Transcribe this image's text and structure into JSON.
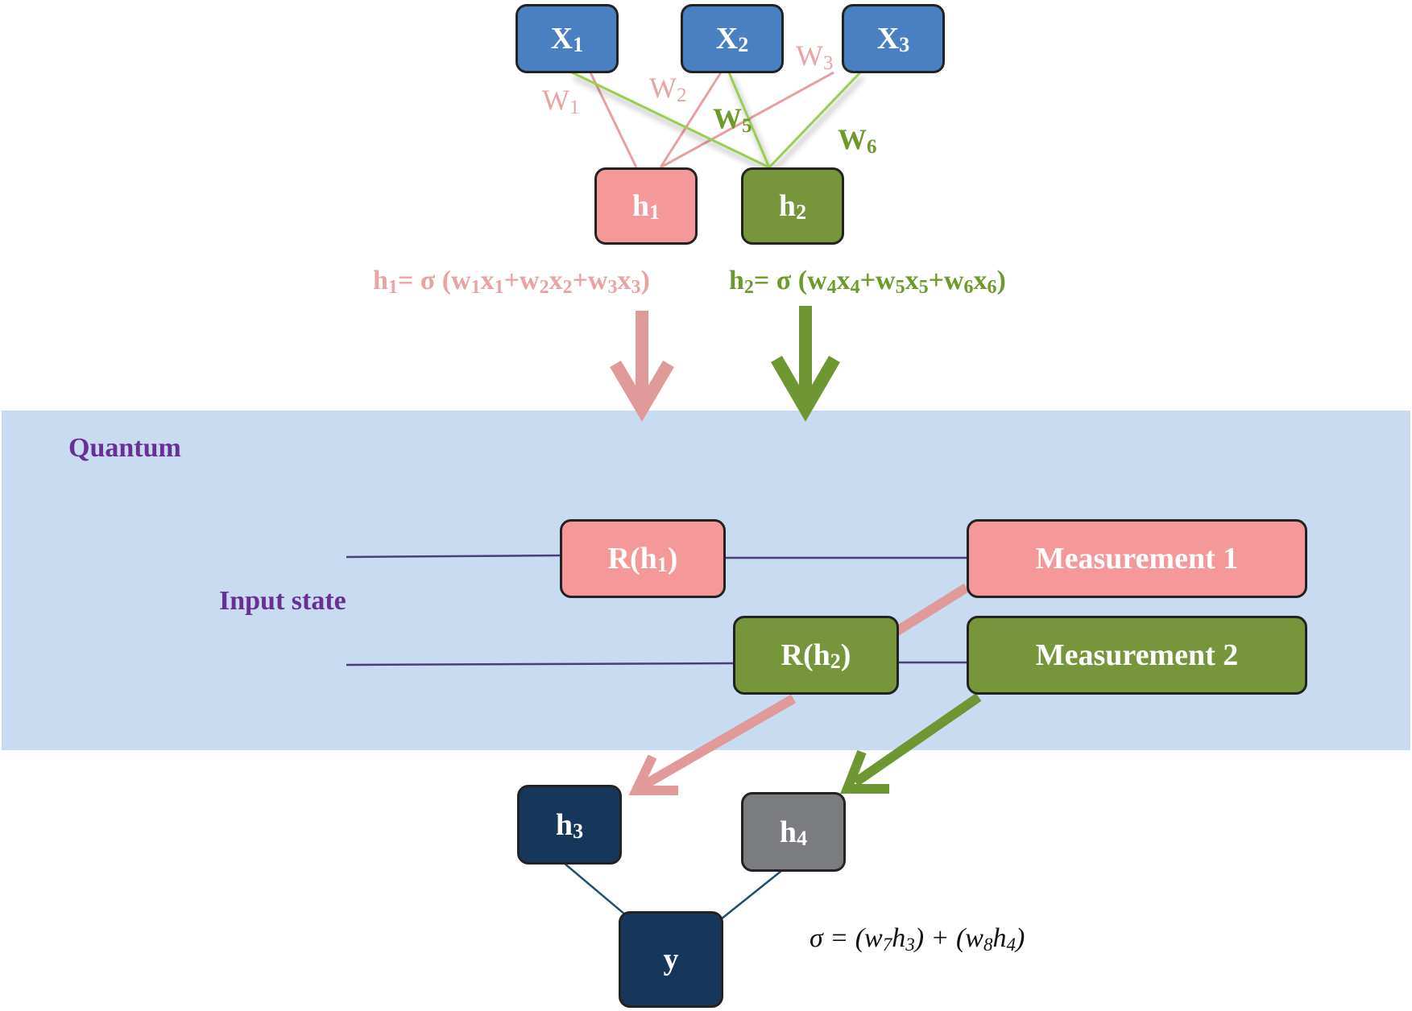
{
  "colors": {
    "input_node": "#4a7fc1",
    "pink": "#f4989a",
    "green": "#77963c",
    "navy": "#16365c",
    "gray": "#7b7c7f",
    "panel": "#c8dbf1",
    "purple_text": "#6a2f94"
  },
  "inputs": [
    {
      "base": "X",
      "sub": "1"
    },
    {
      "base": "X",
      "sub": "2"
    },
    {
      "base": "X",
      "sub": "3"
    }
  ],
  "weights": [
    {
      "base": "W",
      "sub": "1"
    },
    {
      "base": "W",
      "sub": "2"
    },
    {
      "base": "W",
      "sub": "3"
    },
    {
      "base": "W",
      "sub": "5"
    },
    {
      "base": "W",
      "sub": "6"
    }
  ],
  "hidden": [
    {
      "base": "h",
      "sub": "1"
    },
    {
      "base": "h",
      "sub": "2"
    }
  ],
  "formulas": {
    "h1": [
      {
        "t": "h"
      },
      {
        "s": "1"
      },
      {
        "t": "= σ (w"
      },
      {
        "s": "1"
      },
      {
        "t": "x"
      },
      {
        "s": "1"
      },
      {
        "t": "+w"
      },
      {
        "s": "2"
      },
      {
        "t": "x"
      },
      {
        "s": "2"
      },
      {
        "t": "+w"
      },
      {
        "s": "3"
      },
      {
        "t": "x"
      },
      {
        "s": "3"
      },
      {
        "t": ")"
      }
    ],
    "h2": [
      {
        "t": "h"
      },
      {
        "s": "2"
      },
      {
        "t": "= σ (w"
      },
      {
        "s": "4"
      },
      {
        "t": "x"
      },
      {
        "s": "4"
      },
      {
        "t": "+w"
      },
      {
        "s": "5"
      },
      {
        "t": "x"
      },
      {
        "s": "5"
      },
      {
        "t": "+w"
      },
      {
        "s": "6"
      },
      {
        "t": "x"
      },
      {
        "s": "6"
      },
      {
        "t": ")"
      }
    ]
  },
  "quantum": {
    "title": "Quantum",
    "input_state": "Input state",
    "gates": [
      {
        "base": "R(h",
        "sub": "1",
        "tail": ")"
      },
      {
        "base": "R(h",
        "sub": "2",
        "tail": ")"
      }
    ],
    "measurements": [
      "Measurement 1",
      "Measurement 2"
    ]
  },
  "outputs": {
    "h3": {
      "base": "h",
      "sub": "3"
    },
    "h4": {
      "base": "h",
      "sub": "4"
    },
    "y": "y"
  },
  "final_formula": [
    {
      "t": "σ = (w"
    },
    {
      "s": "7"
    },
    {
      "t": "h"
    },
    {
      "s": "3"
    },
    {
      "t": ") + (w"
    },
    {
      "s": "8"
    },
    {
      "t": "h"
    },
    {
      "s": "4"
    },
    {
      "t": ")"
    }
  ]
}
